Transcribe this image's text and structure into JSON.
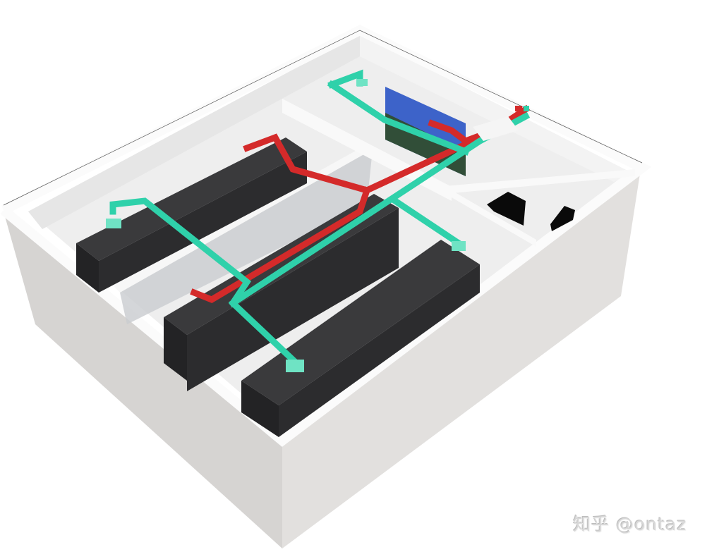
{
  "image": {
    "subject": "3D cutaway rendering of a data center room",
    "description": "Isometric view of a white-walled server room with rows of black server racks, teal (cold) and red (hot) pipes, a wall-mounted monitor, and an adjacent utility room with two black units"
  },
  "colors": {
    "background": "#ffffff",
    "outer_wall_left": "#d9d7d5",
    "outer_wall_right": "#e4e2e0",
    "wall_top": "#fafafa",
    "floor": "#efefef",
    "rack": "#2c2c2e",
    "rack_top": "#3a3a3c",
    "cold_pipe": "#2fd1aa",
    "hot_pipe": "#d42a2a",
    "monitor": "#3d63c9",
    "utility_unit": "#0a0a0a"
  },
  "watermark": {
    "text": "知乎 @ontaz"
  }
}
